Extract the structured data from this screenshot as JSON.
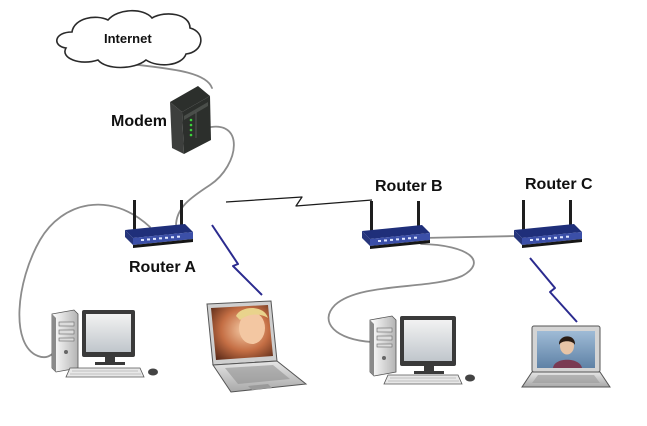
{
  "labels": {
    "internet": "Internet",
    "modem": "Modem",
    "router_a": "Router A",
    "router_b": "Router B",
    "router_c": "Router C"
  },
  "colors": {
    "cable": "#8c8c8c",
    "wireless": "#2b2b8f",
    "router_body": "#3b4fa8",
    "modem_body": "#2c2f2c",
    "led_green": "#3cd23c"
  },
  "devices": {
    "internet": "cloud-icon",
    "modem": "cable-modem-icon",
    "routers": "wireless-router-icon",
    "desktops": "desktop-computer-icon",
    "laptops": "laptop-icon"
  }
}
